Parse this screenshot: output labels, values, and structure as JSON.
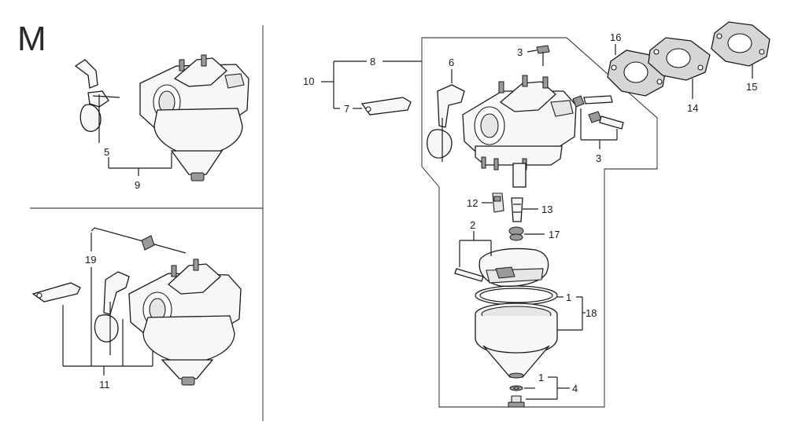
{
  "section_letter": "M",
  "labels": {
    "l1a": "1",
    "l1b": "1",
    "l2": "2",
    "l3a": "3",
    "l3b": "3",
    "l4": "4",
    "l5": "5",
    "l6": "6",
    "l7": "7",
    "l8": "8",
    "l9": "9",
    "l10": "10",
    "l11": "11",
    "l12": "12",
    "l13": "13",
    "l14": "14",
    "l15": "15",
    "l16": "16",
    "l17": "17",
    "l18": "18",
    "l19": "19"
  }
}
